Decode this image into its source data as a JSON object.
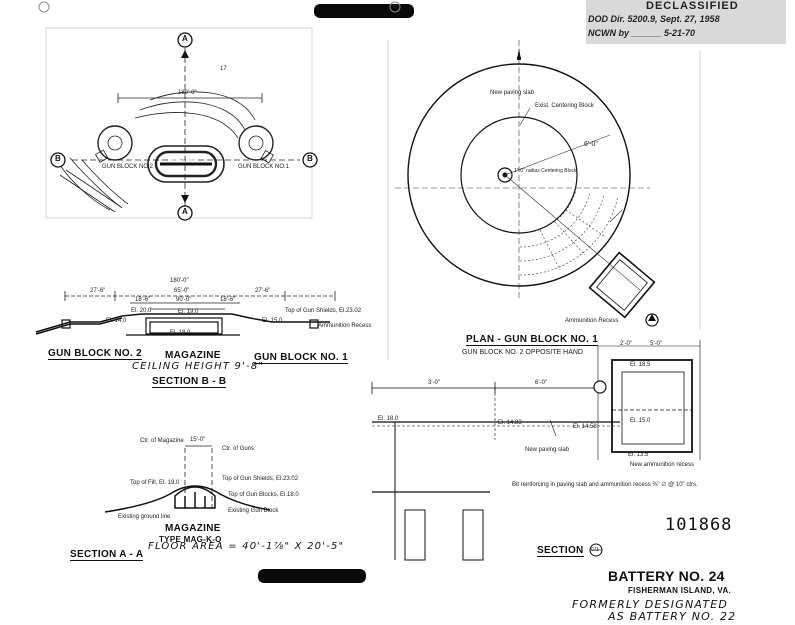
{
  "stamp": {
    "title": "DECLASSIFIED",
    "line1": "DOD Dir. 5200.9, Sept. 27, 1958",
    "line2": "NCWN by ______ 5-21-70"
  },
  "plan_top": {
    "section_marker": "A",
    "side_marker": "B",
    "left_block": "GUN BLOCK NO.2",
    "right_block": "GUN BLOCK NO.1",
    "magazine": "MAGAZINE",
    "dim": "180'-0\"",
    "grid_num": "17"
  },
  "section_bb": {
    "left_label": "GUN BLOCK NO. 2",
    "center_label": "MAGAZINE",
    "right_label": "GUN BLOCK NO. 1",
    "ceiling": "CEILING HEIGHT 9'-8\"",
    "title": "SECTION B - B",
    "dims": [
      "180'-0\"",
      "65'-0\"",
      "90'-0\"",
      "27'-6\"",
      "18'-6\"",
      "18'-6\"",
      "27'-6\""
    ],
    "elevations": [
      "El. 14.0",
      "El. 20.0",
      "El. 19.0",
      "El. 15.0",
      "El. 18.0"
    ],
    "top_shields": "Top of Gun Shields, El.23.02",
    "ammo_recess": "Ammunition Recess"
  },
  "section_aa": {
    "ctr_mag": "Ctr. of Magazine",
    "ctr_guns": "Ctr. of Guns",
    "dim": "15'-0\"",
    "top_fill": "Top of Fill, El. 19.0",
    "top_shields": "Top of Gun Shields, El.23.02",
    "top_blocks": "Top of Gun Blocks, El.18.0",
    "ground": "Existing ground line",
    "exist_block": "Existing Gun Block",
    "magazine": "MAGAZINE",
    "type": "TYPE MAG-K-O",
    "title": "SECTION A - A",
    "floor": "FLOOR AREA = 40'-1⅞\" X 20'-5\""
  },
  "plan_gun": {
    "new_paving": "New paving slab",
    "radius": "6'-0\"",
    "center_note": "1\"-0\" radius Centering Block",
    "exist_note": "Exist. Centering Block",
    "ammo_recess": "Ammunition Recess",
    "title": "PLAN - GUN BLOCK NO. 1",
    "subtitle": "GUN BLOCK NO. 2 OPPOSITE HAND"
  },
  "section_c": {
    "dims": [
      "3'-0\"",
      "6'-0\"",
      "5'-0\"",
      "2'-0\""
    ],
    "elevations": [
      "El. 18.0",
      "El. 14.83",
      "El. 14.58",
      "El. 18.5",
      "El. 15.0",
      "El. 13.5"
    ],
    "new_paving": "New paving slab",
    "new_recess": "New ammunition recess",
    "reinforcing": "Bit reinforcing in paving slab and ammunition recess ⅜\" ∅ @ 10\" ctrs.",
    "title": "SECTION",
    "marker": "C/1"
  },
  "title_block": {
    "drawing_no": "101868",
    "battery": "BATTERY NO. 24",
    "location": "FISHERMAN ISLAND, VA.",
    "formerly1": "FORMERLY DESIGNATED",
    "formerly2": "AS BATTERY NO. 22"
  }
}
